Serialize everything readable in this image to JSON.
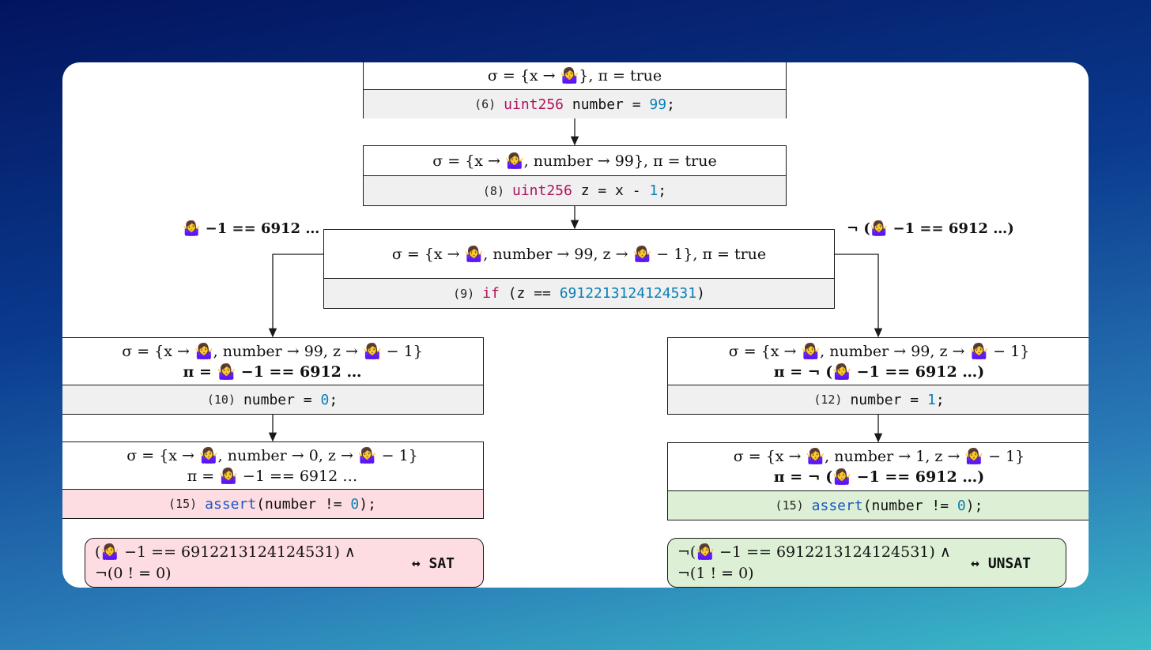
{
  "emoji": "🤷‍♀️",
  "nodes": {
    "n6": {
      "state": "σ = {x → 🤷‍♀️}, π = true",
      "line": "(6)",
      "code": [
        {
          "t": "uint256",
          "c": "kw"
        },
        {
          "t": " number = ",
          "c": "var"
        },
        {
          "t": "99",
          "c": "num"
        },
        {
          "t": ";",
          "c": "var"
        }
      ]
    },
    "n8": {
      "state": "σ = {x → 🤷‍♀️, number → 99}, π = true",
      "line": "(8)",
      "code": [
        {
          "t": "uint256",
          "c": "kw"
        },
        {
          "t": " z = x - ",
          "c": "var"
        },
        {
          "t": "1",
          "c": "num"
        },
        {
          "t": ";",
          "c": "var"
        }
      ]
    },
    "n9": {
      "state": "σ = {x → 🤷‍♀️, number → 99, z → 🤷‍♀️ − 1}, π = true",
      "line": "(9)",
      "code": [
        {
          "t": "if",
          "c": "kw"
        },
        {
          "t": " (z == ",
          "c": "var"
        },
        {
          "t": "6912213124124531",
          "c": "num"
        },
        {
          "t": ")",
          "c": "var"
        }
      ]
    },
    "n10": {
      "state1": "σ = {x → 🤷‍♀️, number → 99, z → 🤷‍♀️ − 1}",
      "state2": "π = 🤷‍♀️ −1 == 6912 …",
      "line": "(10)",
      "code": [
        {
          "t": "number = ",
          "c": "var"
        },
        {
          "t": "0",
          "c": "num"
        },
        {
          "t": ";",
          "c": "var"
        }
      ]
    },
    "n12": {
      "state1": "σ = {x → 🤷‍♀️, number → 99, z → 🤷‍♀️ − 1}",
      "state2": "π = ¬ (🤷‍♀️ −1 == 6912 …)",
      "line": "(12)",
      "code": [
        {
          "t": "number = ",
          "c": "var"
        },
        {
          "t": "1",
          "c": "num"
        },
        {
          "t": ";",
          "c": "var"
        }
      ]
    },
    "n15a": {
      "state1": "σ = {x → 🤷‍♀️, number → 0, z → 🤷‍♀️ − 1}",
      "state2": "π = 🤷‍♀️ −1 == 6912 …",
      "line": "(15)",
      "code": [
        {
          "t": "assert",
          "c": "fn"
        },
        {
          "t": "(number != ",
          "c": "var"
        },
        {
          "t": "0",
          "c": "num"
        },
        {
          "t": ");",
          "c": "var"
        }
      ]
    },
    "n15b": {
      "state1": "σ = {x → 🤷‍♀️, number → 1, z → 🤷‍♀️ − 1}",
      "state2": "π = ¬ (🤷‍♀️ −1 == 6912 …)",
      "line": "(15)",
      "code": [
        {
          "t": "assert",
          "c": "fn"
        },
        {
          "t": "(number != ",
          "c": "var"
        },
        {
          "t": "0",
          "c": "num"
        },
        {
          "t": ");",
          "c": "var"
        }
      ]
    }
  },
  "branch_labels": {
    "true_branch": "🤷‍♀️ −1 == 6912 …",
    "false_branch": "¬ (🤷‍♀️ −1 == 6912 …)"
  },
  "results": {
    "sat": {
      "line1": "(🤷‍♀️ −1 == 6912213124124531) ∧",
      "line2": "¬(0 ! = 0)",
      "verdict": "↔ SAT"
    },
    "unsat": {
      "line1": "¬(🤷‍♀️ −1 == 6912213124124531) ∧",
      "line2": "¬(1 ! = 0)",
      "verdict": "↔ UNSAT"
    }
  }
}
